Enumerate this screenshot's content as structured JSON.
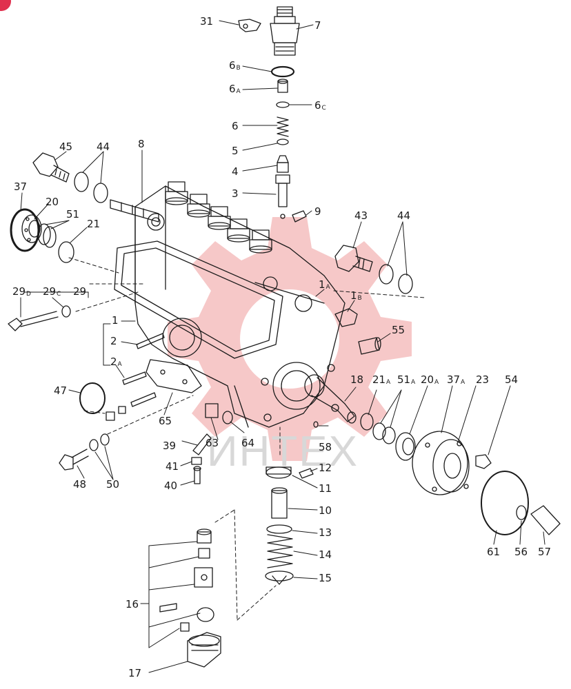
{
  "watermark": {
    "text": "ИНТЕХ",
    "gear_color": "#f6c5c5",
    "corner_badge_color": "#e0304e"
  },
  "callouts": [
    {
      "id": "c31",
      "main": "31",
      "sub": ""
    },
    {
      "id": "c7",
      "main": "7",
      "sub": ""
    },
    {
      "id": "c6b",
      "main": "6",
      "sub": "B"
    },
    {
      "id": "c6a",
      "main": "6",
      "sub": "A"
    },
    {
      "id": "c6c",
      "main": "6",
      "sub": "C"
    },
    {
      "id": "c6",
      "main": "6",
      "sub": ""
    },
    {
      "id": "c5",
      "main": "5",
      "sub": ""
    },
    {
      "id": "c4",
      "main": "4",
      "sub": ""
    },
    {
      "id": "c3",
      "main": "3",
      "sub": ""
    },
    {
      "id": "c9",
      "main": "9",
      "sub": ""
    },
    {
      "id": "c45",
      "main": "45",
      "sub": ""
    },
    {
      "id": "c44a",
      "main": "44",
      "sub": ""
    },
    {
      "id": "c8",
      "main": "8",
      "sub": ""
    },
    {
      "id": "c37",
      "main": "37",
      "sub": ""
    },
    {
      "id": "c20",
      "main": "20",
      "sub": ""
    },
    {
      "id": "c51",
      "main": "51",
      "sub": ""
    },
    {
      "id": "c21",
      "main": "21",
      "sub": ""
    },
    {
      "id": "c43",
      "main": "43",
      "sub": ""
    },
    {
      "id": "c44b",
      "main": "44",
      "sub": ""
    },
    {
      "id": "c29d",
      "main": "29",
      "sub": "D"
    },
    {
      "id": "c29c",
      "main": "29",
      "sub": "C"
    },
    {
      "id": "c29",
      "main": "29",
      "sub": ""
    },
    {
      "id": "c1a",
      "main": "1",
      "sub": "A"
    },
    {
      "id": "c1b",
      "main": "1",
      "sub": "B"
    },
    {
      "id": "c1",
      "main": "1",
      "sub": ""
    },
    {
      "id": "c2",
      "main": "2",
      "sub": ""
    },
    {
      "id": "c2a",
      "main": "2",
      "sub": "A"
    },
    {
      "id": "c55",
      "main": "55",
      "sub": ""
    },
    {
      "id": "c47",
      "main": "47",
      "sub": ""
    },
    {
      "id": "c18",
      "main": "18",
      "sub": ""
    },
    {
      "id": "c21a",
      "main": "21",
      "sub": "A"
    },
    {
      "id": "c51a",
      "main": "51",
      "sub": "A"
    },
    {
      "id": "c20a",
      "main": "20",
      "sub": "A"
    },
    {
      "id": "c37a",
      "main": "37",
      "sub": "A"
    },
    {
      "id": "c23",
      "main": "23",
      "sub": ""
    },
    {
      "id": "c54",
      "main": "54",
      "sub": ""
    },
    {
      "id": "c65",
      "main": "65",
      "sub": ""
    },
    {
      "id": "c39",
      "main": "39",
      "sub": ""
    },
    {
      "id": "c63",
      "main": "63",
      "sub": ""
    },
    {
      "id": "c64",
      "main": "64",
      "sub": ""
    },
    {
      "id": "c58",
      "main": "58",
      "sub": ""
    },
    {
      "id": "c12",
      "main": "12",
      "sub": ""
    },
    {
      "id": "c11",
      "main": "11",
      "sub": ""
    },
    {
      "id": "c41",
      "main": "41",
      "sub": ""
    },
    {
      "id": "c40",
      "main": "40",
      "sub": ""
    },
    {
      "id": "c48",
      "main": "48",
      "sub": ""
    },
    {
      "id": "c50",
      "main": "50",
      "sub": ""
    },
    {
      "id": "c10",
      "main": "10",
      "sub": ""
    },
    {
      "id": "c13",
      "main": "13",
      "sub": ""
    },
    {
      "id": "c14",
      "main": "14",
      "sub": ""
    },
    {
      "id": "c15",
      "main": "15",
      "sub": ""
    },
    {
      "id": "c61",
      "main": "61",
      "sub": ""
    },
    {
      "id": "c56",
      "main": "56",
      "sub": ""
    },
    {
      "id": "c57",
      "main": "57",
      "sub": ""
    },
    {
      "id": "c16",
      "main": "16",
      "sub": ""
    },
    {
      "id": "c17",
      "main": "17",
      "sub": ""
    }
  ]
}
